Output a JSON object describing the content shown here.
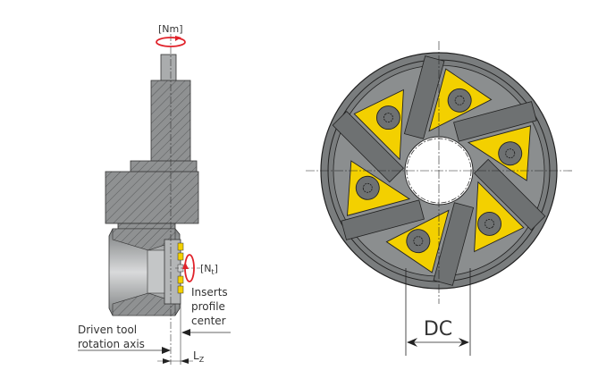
{
  "labels": {
    "spindle_speed": "[Nm]",
    "spindle_speed_main": "N",
    "spindle_speed_sub": "m",
    "tool_speed_main": "N",
    "tool_speed_sub": "t",
    "inserts_line1": "Inserts",
    "inserts_line2": "profile",
    "inserts_line3": "center",
    "driven_line1": "Driven tool",
    "driven_line2": "rotation axis",
    "lz_main": "L",
    "lz_sub": "Z",
    "dc": "DC"
  },
  "colors": {
    "steel": "#6f7273",
    "body": "#8a8c8d",
    "insert": "#f3d000",
    "arrow_red": "#e0222a",
    "line": "#222222"
  }
}
